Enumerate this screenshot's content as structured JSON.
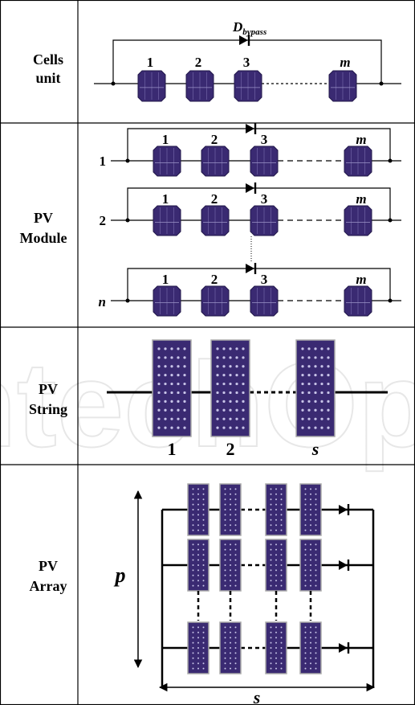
{
  "colors": {
    "cell_fill": "#3a2a72",
    "cell_line": "#7a6fb0",
    "grid_dot": "#c8c4e8",
    "panel_border": "#aaaaaa",
    "wire": "#000000",
    "watermark": "#dddddd"
  },
  "watermark_text": "IntechOpen",
  "rows": [
    {
      "label_line1": "Cells",
      "label_line2": "unit"
    },
    {
      "label_line1": "PV",
      "label_line2": "Module"
    },
    {
      "label_line1": "PV",
      "label_line2": "String"
    },
    {
      "label_line1": "PV",
      "label_line2": "Array"
    }
  ],
  "cells_unit": {
    "diode_label": "D",
    "diode_subscript": "bypass",
    "cell_labels": [
      "1",
      "2",
      "3",
      "m"
    ]
  },
  "module": {
    "row_labels": [
      "1",
      "2",
      "n"
    ],
    "cell_labels": [
      "1",
      "2",
      "3",
      "m"
    ]
  },
  "string": {
    "panel_labels": [
      "1",
      "2",
      "s"
    ]
  },
  "array": {
    "vertical_label": "p",
    "horizontal_label": "s"
  }
}
